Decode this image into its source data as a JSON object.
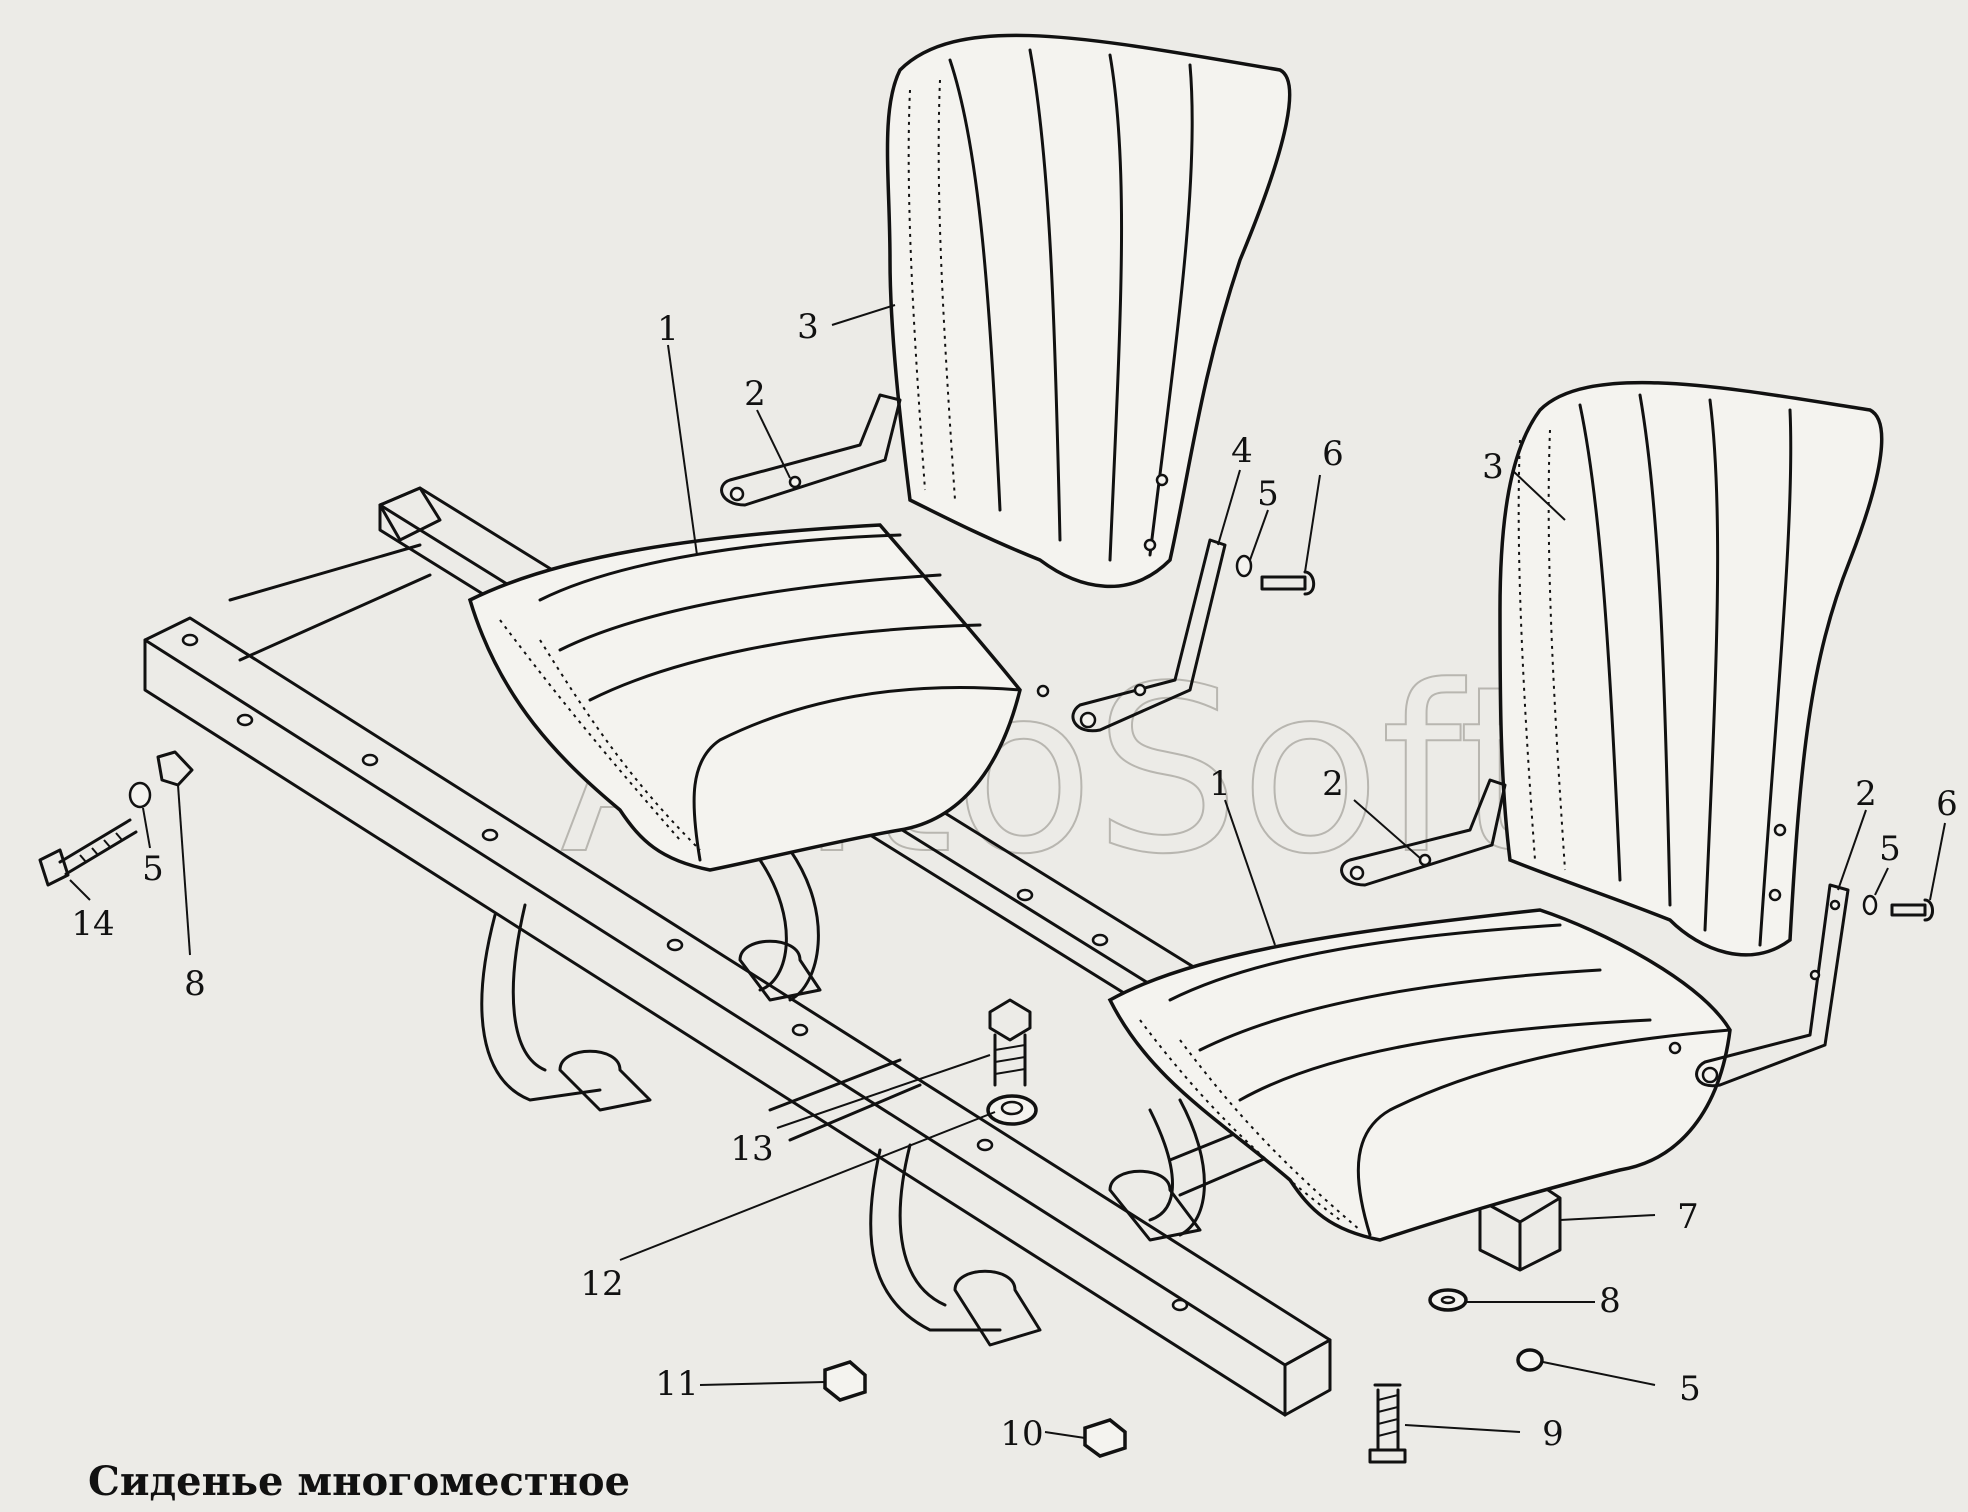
{
  "title": "Сиденье многоместное",
  "watermark": "AutoSoft",
  "callouts": [
    {
      "id": "1a",
      "text": "1"
    },
    {
      "id": "2a",
      "text": "2"
    },
    {
      "id": "3a",
      "text": "3"
    },
    {
      "id": "4a",
      "text": "4"
    },
    {
      "id": "5a",
      "text": "5"
    },
    {
      "id": "6a",
      "text": "6"
    },
    {
      "id": "3b",
      "text": "3"
    },
    {
      "id": "1b",
      "text": "1"
    },
    {
      "id": "2b",
      "text": "2"
    },
    {
      "id": "2c",
      "text": "2"
    },
    {
      "id": "5b",
      "text": "5"
    },
    {
      "id": "6b",
      "text": "6"
    },
    {
      "id": "14",
      "text": "14"
    },
    {
      "id": "5c",
      "text": "5"
    },
    {
      "id": "8a",
      "text": "8"
    },
    {
      "id": "13",
      "text": "13"
    },
    {
      "id": "12",
      "text": "12"
    },
    {
      "id": "7",
      "text": "7"
    },
    {
      "id": "8b",
      "text": "8"
    },
    {
      "id": "5d",
      "text": "5"
    },
    {
      "id": "11",
      "text": "11"
    },
    {
      "id": "10",
      "text": "10"
    },
    {
      "id": "9",
      "text": "9"
    }
  ]
}
